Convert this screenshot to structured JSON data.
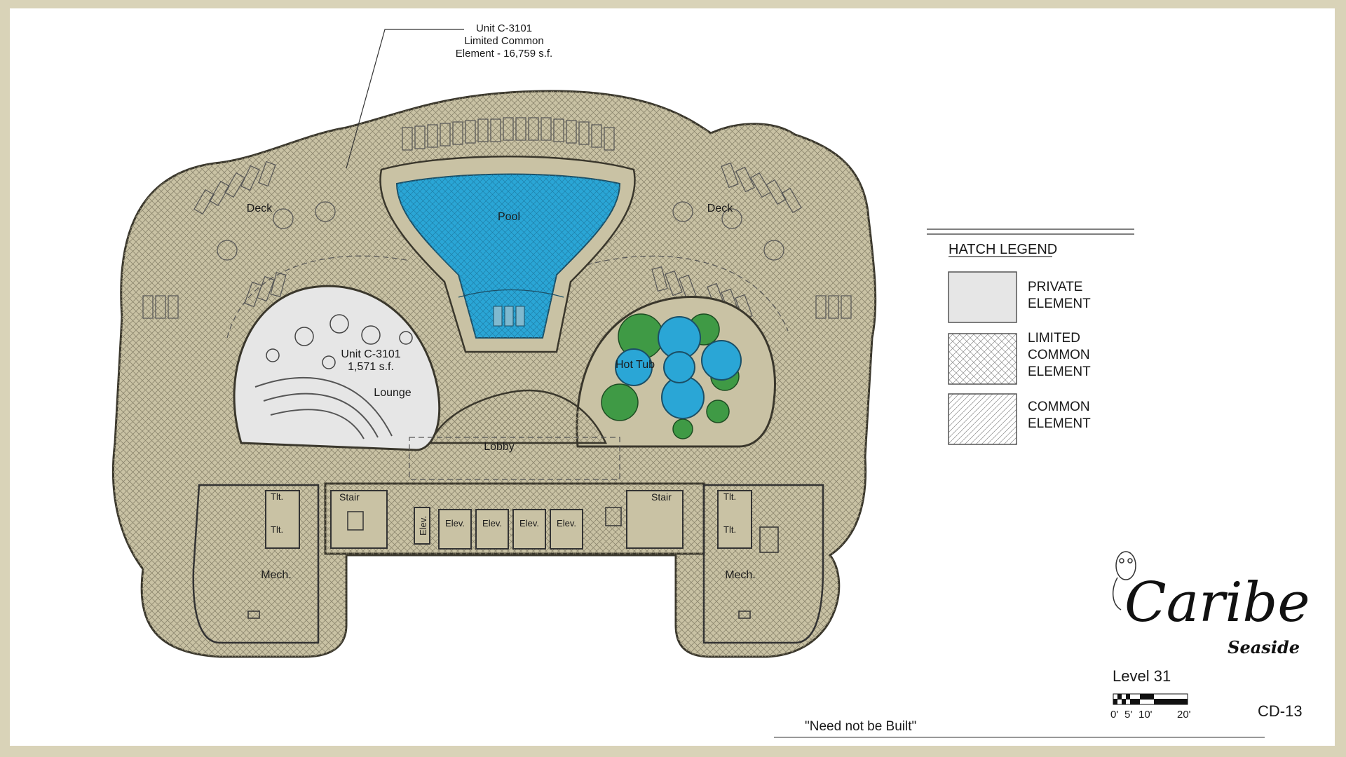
{
  "callout": {
    "line1": "Unit C-3101",
    "line2": "Limited Common",
    "line3": "Element - 16,759 s.f."
  },
  "rooms": {
    "deck_left": "Deck",
    "deck_right": "Deck",
    "pool": "Pool",
    "unit_line1": "Unit C-3101",
    "unit_line2": "1,571 s.f.",
    "lounge": "Lounge",
    "hot_tub": "Hot Tub",
    "lobby": "Lobby",
    "stair_left": "Stair",
    "stair_right": "Stair",
    "elev_small": "Elev.",
    "elev1": "Elev.",
    "elev2": "Elev.",
    "elev3": "Elev.",
    "elev4": "Elev.",
    "tlt_left_top": "Tlt.",
    "tlt_left_bottom": "Tlt.",
    "tlt_right_top": "Tlt.",
    "tlt_right_bottom": "Tlt.",
    "mech_left": "Mech.",
    "mech_right": "Mech."
  },
  "legend": {
    "title": "HATCH LEGEND",
    "private_line1": "PRIVATE",
    "private_line2": "ELEMENT",
    "limited_line1": "LIMITED",
    "limited_line2": "COMMON",
    "limited_line3": "ELEMENT",
    "common_line1": "COMMON",
    "common_line2": "ELEMENT"
  },
  "logo": {
    "brand": "Caribe",
    "tagline": "Seaside"
  },
  "level": "Level 31",
  "scale_labels": [
    "0'",
    "5'",
    "10'",
    "20'"
  ],
  "sheet_number": "CD-13",
  "note": "\"Need not be Built\"",
  "colors": {
    "deck_fill": "#c9c2a4",
    "pool_fill": "#2aa6d6",
    "lounge_fill": "#e6e6e6",
    "planter_fill": "#3f9a45",
    "frame": "#d9d3b8"
  }
}
